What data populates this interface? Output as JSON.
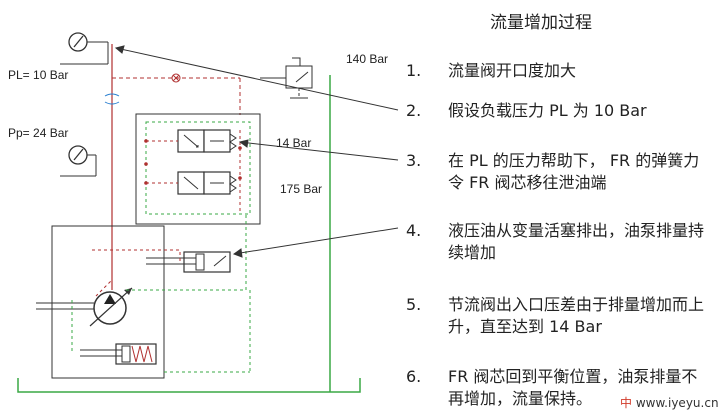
{
  "title": "流量增加过程",
  "diagram_labels": {
    "pl": "PL= 10 Bar",
    "pp": "Pp= 24 Bar",
    "bar140": "140 Bar",
    "bar14": "14 Bar",
    "bar175": "175 Bar"
  },
  "steps": [
    {
      "num": "1.",
      "text": "流量阀开口度加大"
    },
    {
      "num": "2.",
      "text": "假设负载压力 PL 为 10 Bar"
    },
    {
      "num": "3.",
      "text": "在 PL 的压力帮助下， FR 的弹簧力令 FR 阀芯移往泄油端"
    },
    {
      "num": "4.",
      "text": "液压油从变量活塞排出，油泵排量持续增加"
    },
    {
      "num": "5.",
      "text": "节流阀出入口压差由于排量增加而上升，直至达到 14 Bar"
    },
    {
      "num": "6.",
      "text": "FR 阀芯回到平衡位置，油泵排量不再增加，流量保持。"
    }
  ],
  "watermark": {
    "prefix": "中",
    "suffix": "www.iyeyu.cn"
  }
}
